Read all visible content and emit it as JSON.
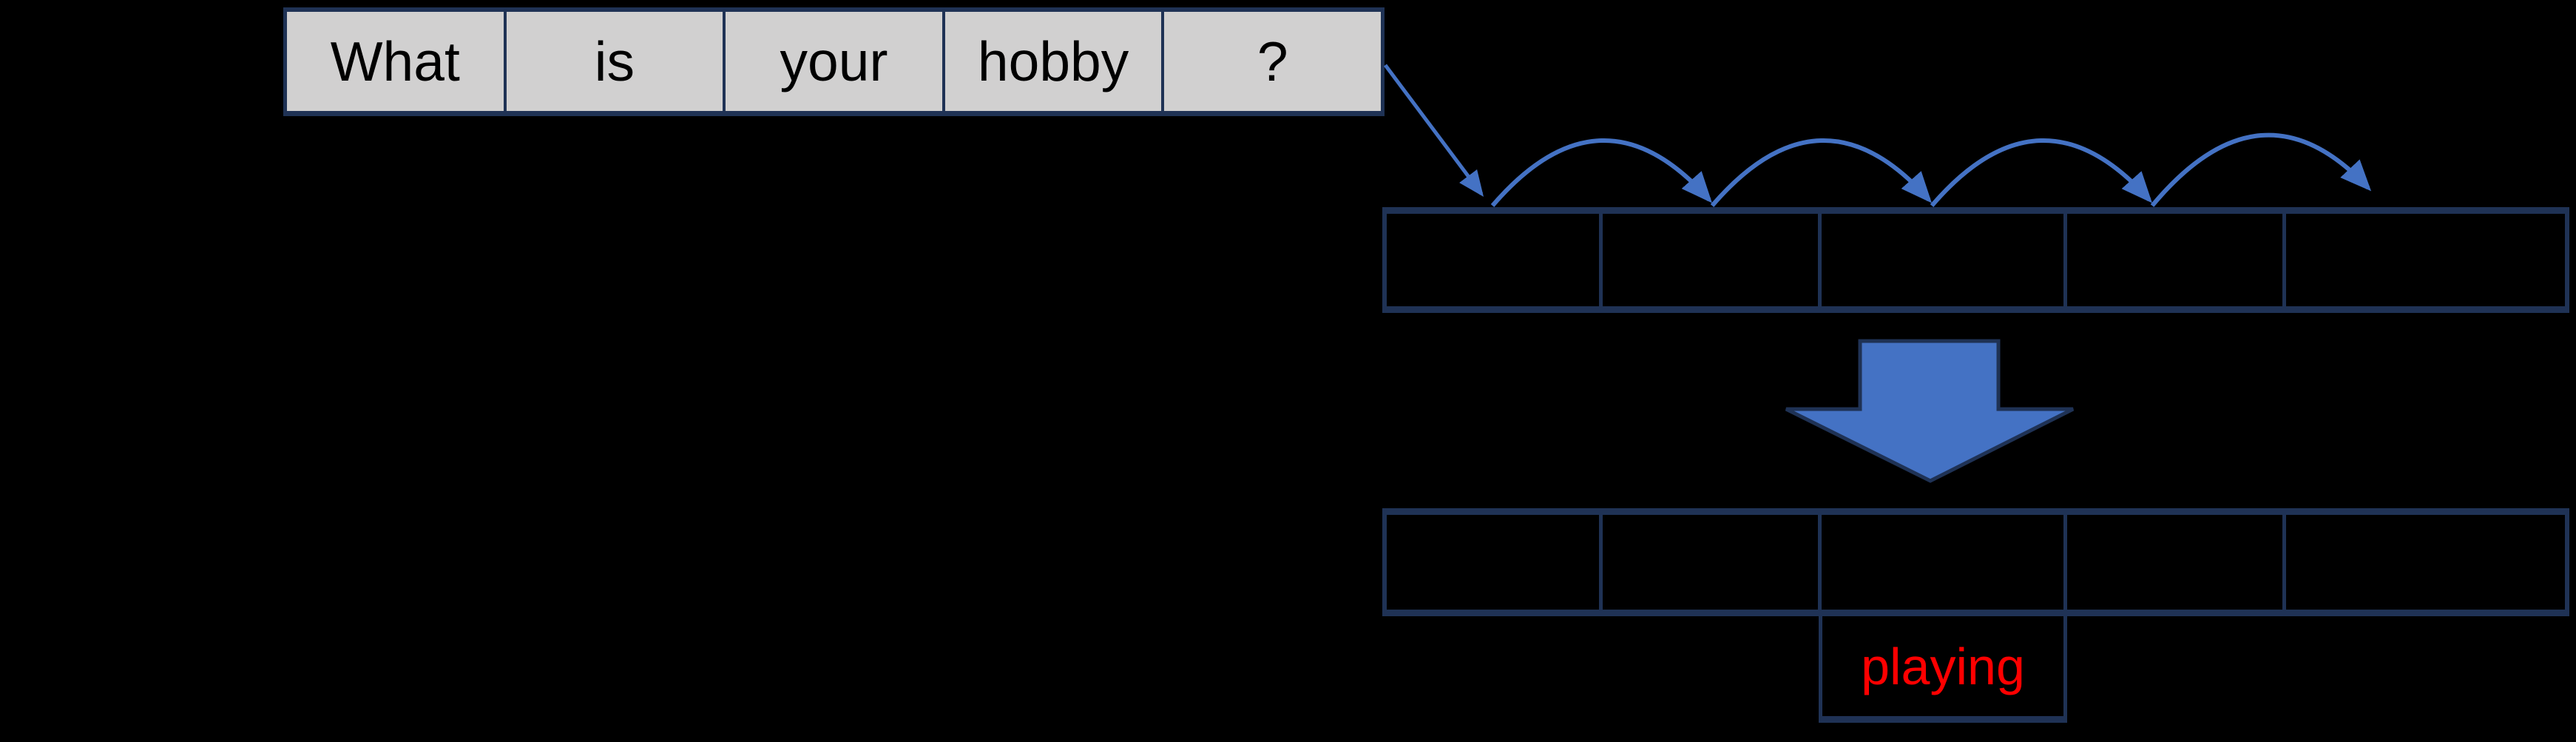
{
  "diagram": {
    "sentence_table": {
      "words": [
        "What",
        "is",
        "your",
        "hobby",
        "?"
      ]
    },
    "input_row": {
      "cells": [
        "",
        "",
        "",
        "",
        ""
      ]
    },
    "output_row": {
      "cells": [
        "",
        "",
        "",
        "",
        ""
      ]
    },
    "prediction": {
      "label": "playing"
    }
  },
  "icons": {
    "sentence_to_row": "diagonal-arrow",
    "token_hops": "arc-arrow",
    "transform": "block-down-arrow"
  },
  "colors": {
    "background": "#000000",
    "cell_fill": "#d1d0d0",
    "border_navy": "#1f3255",
    "arrow_blue": "#4472c4",
    "answer_red": "#ff0000",
    "word_text": "#000000"
  }
}
